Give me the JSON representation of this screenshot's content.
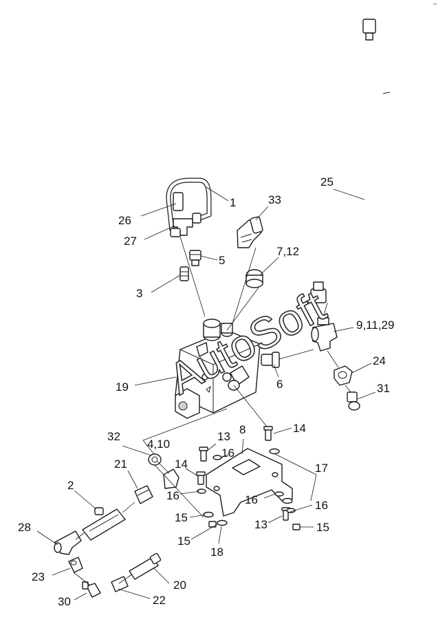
{
  "watermark": "AutoSoft",
  "corner_mark": "ᵗ⁸⁸",
  "callouts": {
    "c1": "1",
    "c2": "2",
    "c3": "3",
    "c4_10": "4,10",
    "c5": "5",
    "c6": "6",
    "c7_12": "7,12",
    "c8": "8",
    "c9_11_29": "9,11,29",
    "c13a": "13",
    "c13b": "13",
    "c14a": "14",
    "c14b": "14",
    "c15a": "15",
    "c15b": "15",
    "c15c": "15",
    "c16a": "16",
    "c16b": "16",
    "c16c": "16",
    "c16d": "16",
    "c17": "17",
    "c18": "18",
    "c19": "19",
    "c20": "20",
    "c21": "21",
    "c22": "22",
    "c23": "23",
    "c24": "24",
    "c25": "25",
    "c26": "26",
    "c27": "27",
    "c28": "28",
    "c30": "30",
    "c31": "31",
    "c32": "32",
    "c33": "33"
  }
}
